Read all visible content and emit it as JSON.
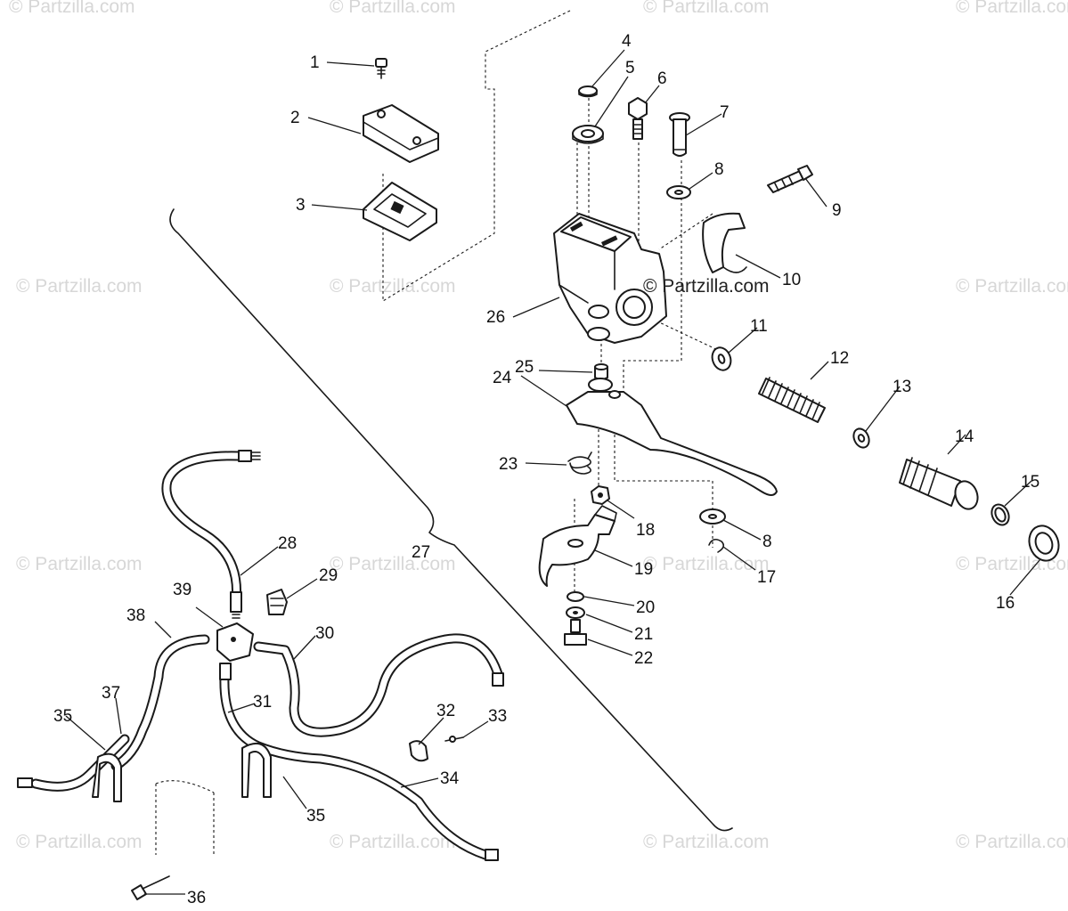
{
  "watermark": {
    "text": "© Partzilla.com",
    "color": "#d7d7d7"
  },
  "copyright": "© Partzilla.com",
  "callouts": [
    "1",
    "2",
    "3",
    "4",
    "5",
    "6",
    "7",
    "8",
    "9",
    "10",
    "11",
    "12",
    "13",
    "14",
    "15",
    "16",
    "17",
    "18",
    "19",
    "20",
    "21",
    "22",
    "23",
    "24",
    "25",
    "26",
    "27",
    "28",
    "29",
    "30",
    "31",
    "32",
    "33",
    "34",
    "35",
    "36",
    "37",
    "38",
    "39"
  ],
  "repeat_labels": {
    "8b": "8",
    "35b": "35"
  }
}
